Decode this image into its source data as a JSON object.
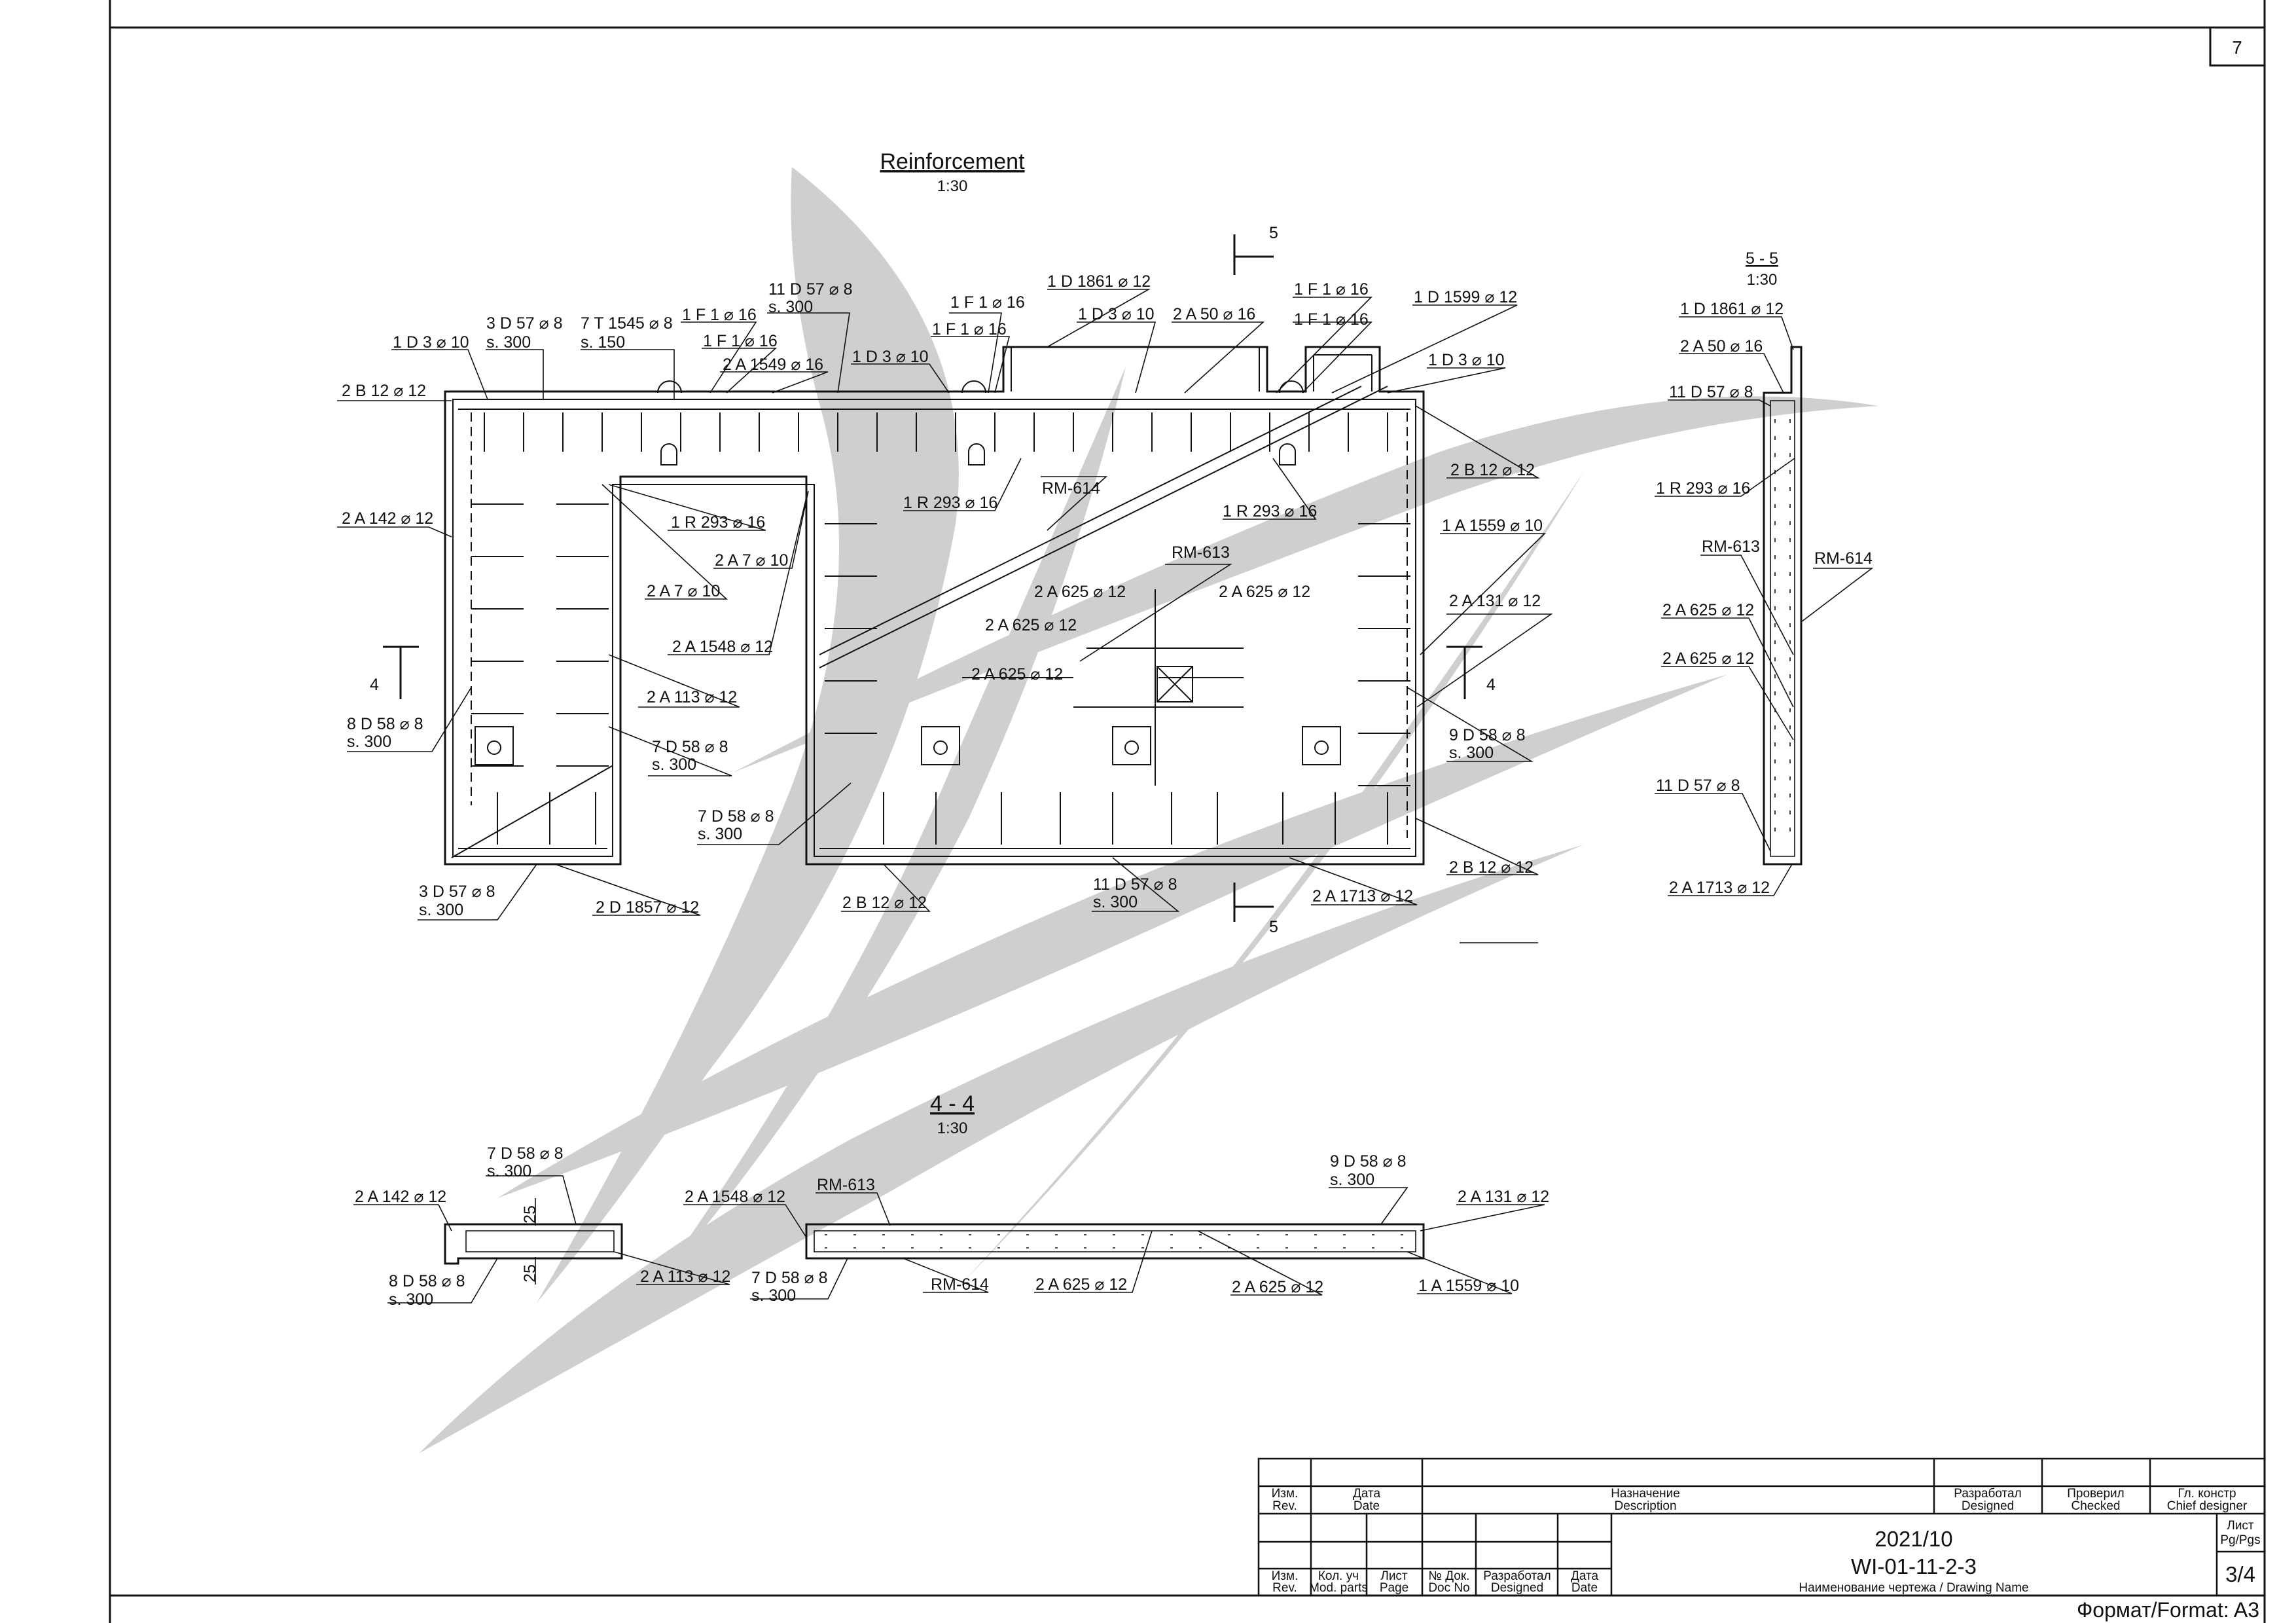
{
  "sheet": {
    "page_number": "7",
    "format": "Формат/Format: A3",
    "watermark_color": "#cfcfcf",
    "line_color": "#111111"
  },
  "plan": {
    "title": "Reinforcement",
    "scale": "1:30",
    "labels": [
      "1 D 3 ⌀ 10",
      "3 D 57 ⌀ 8",
      "s. 300",
      "7 T 1545 ⌀ 8",
      "s. 150",
      "1 F 1 ⌀ 16",
      "1 F 1 ⌀ 16",
      "2 A 1549 ⌀ 16",
      "11 D 57 ⌀ 8",
      "s. 300",
      "1 F 1 ⌀ 16",
      "1 F 1 ⌀ 16",
      "1 D 3 ⌀ 10",
      "1 D 1861 ⌀ 12",
      "1 D 3 ⌀ 10",
      "2 A 50 ⌀ 16",
      "1 F 1 ⌀ 16",
      "1 F 1 ⌀ 16",
      "1 D 1599 ⌀ 12",
      "1 D 3 ⌀ 10",
      "2 B 12 ⌀ 12",
      "2 B 12 ⌀ 12",
      "2 A 142 ⌀ 12",
      "1 R 293 ⌀ 16",
      "1 R 293 ⌀ 16",
      "RM-614",
      "1 R 293 ⌀ 16",
      "2 A 7 ⌀ 10",
      "RM-613",
      "1 A 1559 ⌀ 10",
      "2 A 7 ⌀ 10",
      "2 A 625 ⌀ 12",
      "2 A 625 ⌀ 12",
      "2 A 131 ⌀ 12",
      "2 A 625 ⌀ 12",
      "2 A 1548 ⌀ 12",
      "2 A 625 ⌀ 12",
      "2 A 113 ⌀ 12",
      "8 D 58 ⌀ 8",
      "s. 300",
      "7 D 58 ⌀ 8",
      "s. 300",
      "9 D 58 ⌀ 8",
      "s. 300",
      "7 D 58 ⌀ 8",
      "s. 300",
      "3 D 57 ⌀ 8",
      "s. 300",
      "2 D 1857 ⌀ 12",
      "2 B 12 ⌀ 12",
      "11 D 57 ⌀ 8",
      "s. 300",
      "2 A 1713 ⌀ 12",
      "2 B 12 ⌀ 12"
    ],
    "section_marks": [
      "5",
      "5",
      "4",
      "4"
    ]
  },
  "section55": {
    "title": "5 - 5",
    "scale": "1:30",
    "labels": [
      "1 D 1861 ⌀ 12",
      "2 A 50 ⌀ 16",
      "11 D 57 ⌀ 8",
      "1 R 293 ⌀ 16",
      "RM-613",
      "RM-614",
      "2 A 625 ⌀ 12",
      "2 A 625 ⌀ 12",
      "11 D 57 ⌀ 8",
      "2 A 1713 ⌀ 12"
    ]
  },
  "section44": {
    "title": "4 - 4",
    "scale": "1:30",
    "labels": [
      "7 D 58 ⌀ 8",
      "s. 300",
      "2 A 142 ⌀ 12",
      "25",
      "25",
      "8 D 58 ⌀ 8",
      "s. 300",
      "2 A 113 ⌀ 12",
      "2 A 1548 ⌀ 12",
      "RM-613",
      "7 D 58 ⌀ 8",
      "s. 300",
      "RM-614",
      "2 A 625 ⌀ 12",
      "2 A 625 ⌀ 12",
      "9 D 58 ⌀ 8",
      "s. 300",
      "2 A 131 ⌀ 12",
      "1 A 1559 ⌀ 10"
    ]
  },
  "title_block": {
    "rev_ru": "Изм.",
    "rev_en": "Rev.",
    "date_ru": "Дата",
    "date_en": "Date",
    "desc_ru": "Назначение",
    "desc_en": "Description",
    "designed_ru": "Разработал",
    "designed_en": "Designed",
    "checked_ru": "Проверил",
    "checked_en": "Checked",
    "chief_ru": "Гл. констр",
    "chief_en": "Chief designer",
    "rev2_ru": "Изм.",
    "rev2_en": "Rev.",
    "modparts_ru": "Кол. уч",
    "modparts_en": "Mod. parts",
    "page_ru": "Лист",
    "page_en": "Page",
    "docno_ru": "№ Док.",
    "docno_en": "Doc No",
    "designed2_ru": "Разработал",
    "designed2_en": "Designed",
    "date2_ru": "Дата",
    "date2_en": "Date",
    "project_code": "2021/10",
    "drawing_number": "WI-01-11-2-3",
    "drawing_name_label": "Наименование чертежа / Drawing Name",
    "pages_ru": "Лист",
    "pages_en": "Pg/Pgs",
    "pages_value": "3/4"
  }
}
